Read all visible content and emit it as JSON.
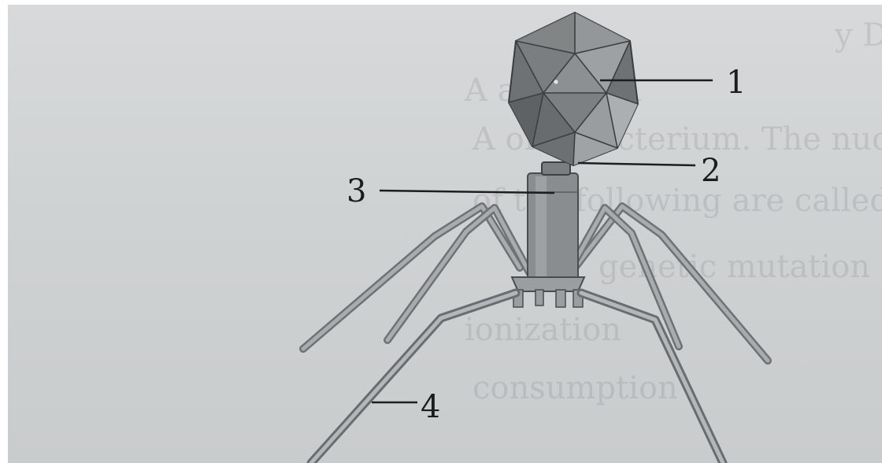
{
  "diagram": {
    "labels": [
      {
        "id": "head",
        "text": "1"
      },
      {
        "id": "collar",
        "text": "2"
      },
      {
        "id": "sheath",
        "text": "3"
      },
      {
        "id": "tail-fiber",
        "text": "4"
      }
    ],
    "bleed_through_text": [
      "y DNA",
      "A and RNA",
      "A or a bacterium. The nucleic acid of a virus",
      "of the following are called?",
      "genetic mutation",
      "ionization",
      "consumption"
    ]
  },
  "colors": {
    "paper": "#d0d3d4",
    "head_fill": "#6f7274",
    "line": "#222222",
    "fiber": "#8f9295"
  }
}
